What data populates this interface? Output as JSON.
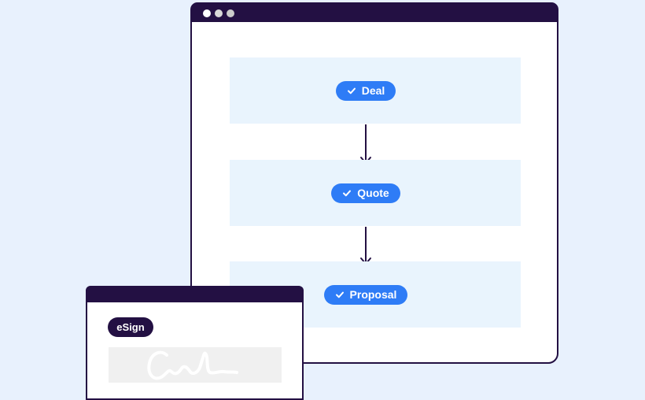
{
  "page": {
    "background_color": "#e8f1fd"
  },
  "main_window": {
    "kind": "browser-window",
    "chrome_color": "#231043",
    "window_dot_colors": [
      "#ffffff",
      "#d9d9d9",
      "#cccccc"
    ],
    "band_color": "#e9f4fd",
    "button_color": "#2e7cf6",
    "arrow_color": "#231043",
    "steps": [
      {
        "label": "Deal",
        "icon": "check-icon"
      },
      {
        "label": "Quote",
        "icon": "check-icon"
      },
      {
        "label": "Proposal",
        "icon": "check-icon"
      }
    ],
    "connectors": [
      "arrow-down",
      "arrow-down"
    ]
  },
  "esign_window": {
    "kind": "browser-window",
    "chrome_color": "#231043",
    "badge_label": "eSign",
    "signature_icon": "signature-scribble",
    "signature_box_color": "#f0f0f0"
  }
}
